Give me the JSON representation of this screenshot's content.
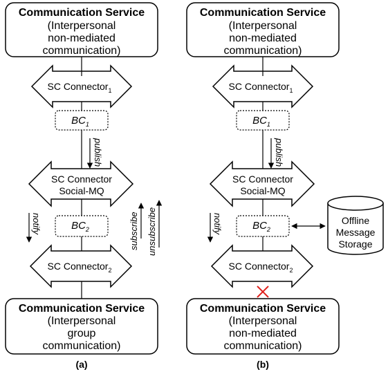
{
  "panel_a": {
    "top_service": {
      "title": "Communication Service",
      "line1": "(Interpersonal",
      "line2": "non-mediated",
      "line3": "communication)"
    },
    "connector1": {
      "label": "SC Connector",
      "sub": "1"
    },
    "bc1": {
      "label": "BC",
      "sub": "1"
    },
    "publish": "publish",
    "social_connector": {
      "line1": "SC Connector",
      "line2": "Social-MQ"
    },
    "notify": "notify",
    "bc2": {
      "label": "BC",
      "sub": "2"
    },
    "subscribe": "subscribe",
    "unsubscribe": "unsubscribe",
    "connector2": {
      "label": "SC Connector",
      "sub": "2"
    },
    "bottom_service": {
      "title": "Communication Service",
      "line1": "(Interpersonal",
      "line2": "group",
      "line3": "communication)"
    },
    "caption": "(a)"
  },
  "panel_b": {
    "top_service": {
      "title": "Communication Service",
      "line1": "(Interpersonal",
      "line2": "non-mediated",
      "line3": "communication)"
    },
    "connector1": {
      "label": "SC Connector",
      "sub": "1"
    },
    "bc1": {
      "label": "BC",
      "sub": "1"
    },
    "publish": "publish",
    "social_connector": {
      "line1": "SC Connector",
      "line2": "Social-MQ"
    },
    "notify": "notify",
    "bc2": {
      "label": "BC",
      "sub": "2"
    },
    "storage": {
      "line1": "Offline",
      "line2": "Message",
      "line3": "Storage"
    },
    "connector2": {
      "label": "SC Connector",
      "sub": "2"
    },
    "bottom_service": {
      "title": "Communication Service",
      "line1": "(Interpersonal",
      "line2": "non-mediated",
      "line3": "communication)"
    },
    "caption": "(b)"
  },
  "colors": {
    "stroke": "#000000",
    "cross": "#e0201b",
    "background": "#ffffff"
  }
}
